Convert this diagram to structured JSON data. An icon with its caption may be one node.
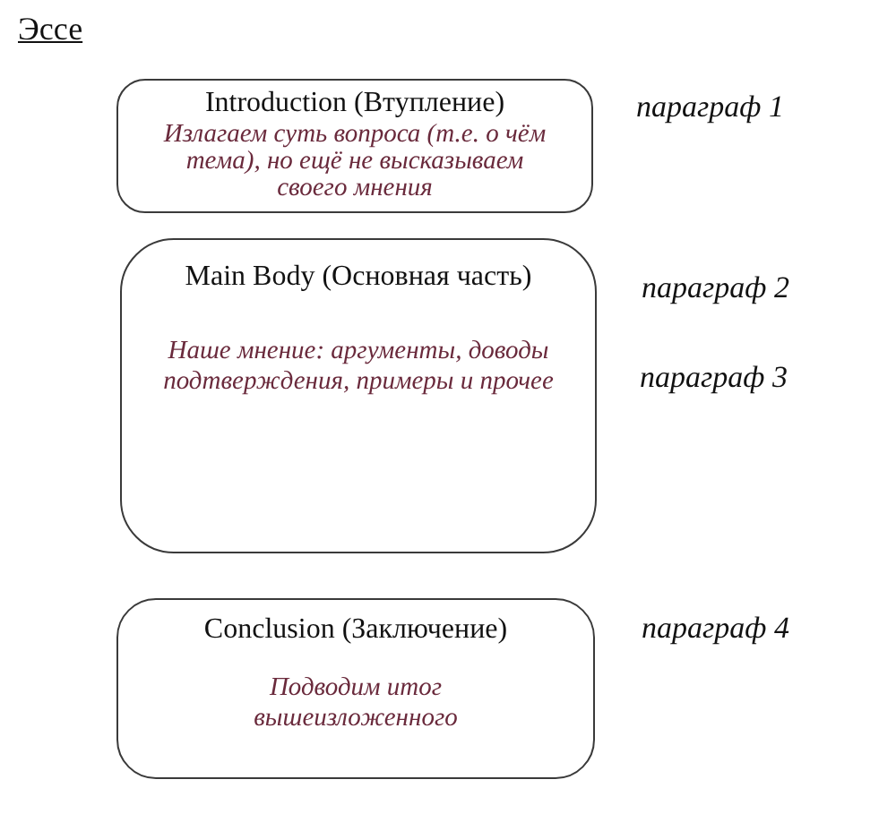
{
  "diagram": {
    "title": "Эссе",
    "nodes": [
      {
        "text": [
          "Introduction (Втупление)",
          "Излагаем суть вопроса (т.е. о чём тема), но ещё не высказываем своего мнения"
        ],
        "beside": [
          "параграф 1"
        ]
      },
      {
        "text": [
          "Main Body (Основная часть)",
          "Наше мнение: аргументы, доводы подтверждения, примеры и прочее"
        ],
        "beside": [
          "параграф 2",
          "параграф 3"
        ]
      },
      {
        "text": [
          "Conclusion (Заключение)",
          "Подводим итог вышеизложенного"
        ],
        "beside": [
          "параграф 4"
        ]
      }
    ]
  }
}
